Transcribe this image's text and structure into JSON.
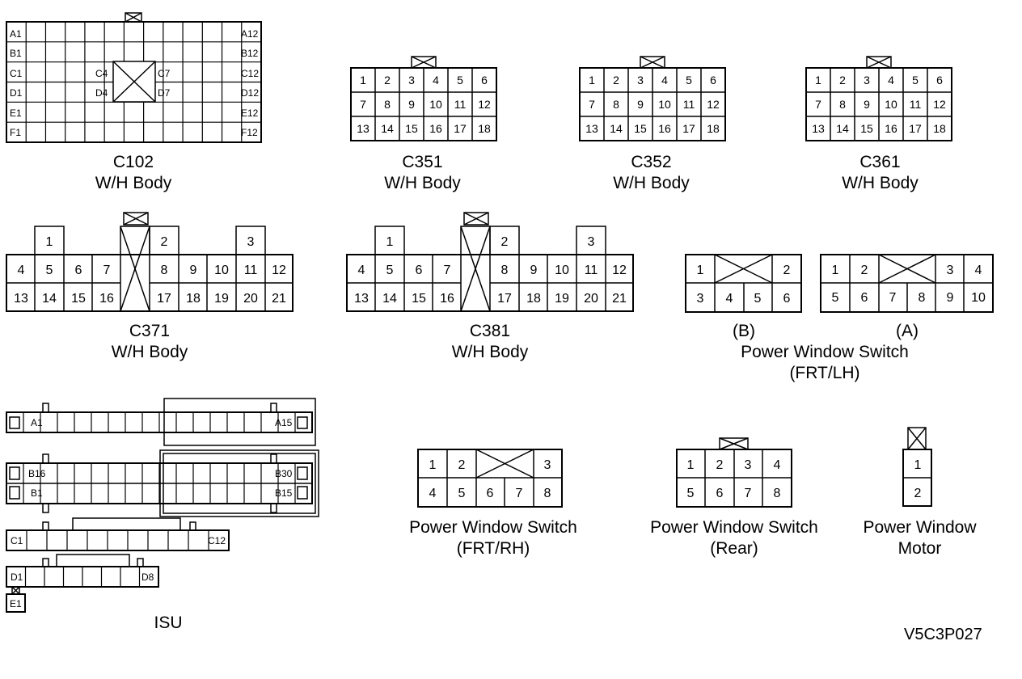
{
  "diagram_code": "V5C3P027",
  "c102": {
    "name": "C102",
    "location": "W/H Body",
    "left_labels": [
      "A1",
      "B1",
      "C1",
      "D1",
      "E1",
      "F1"
    ],
    "right_labels": [
      "A12",
      "B12",
      "C12",
      "D12",
      "E12",
      "F12"
    ],
    "inner_labels": [
      "C4",
      "D4",
      "C7",
      "D7"
    ]
  },
  "c351": {
    "name": "C351",
    "location": "W/H Body",
    "rows": [
      [
        "1",
        "2",
        "3",
        "4",
        "5",
        "6"
      ],
      [
        "7",
        "8",
        "9",
        "10",
        "11",
        "12"
      ],
      [
        "13",
        "14",
        "15",
        "16",
        "17",
        "18"
      ]
    ]
  },
  "c352": {
    "name": "C352",
    "location": "W/H Body",
    "rows": [
      [
        "1",
        "2",
        "3",
        "4",
        "5",
        "6"
      ],
      [
        "7",
        "8",
        "9",
        "10",
        "11",
        "12"
      ],
      [
        "13",
        "14",
        "15",
        "16",
        "17",
        "18"
      ]
    ]
  },
  "c361": {
    "name": "C361",
    "location": "W/H Body",
    "rows": [
      [
        "1",
        "2",
        "3",
        "4",
        "5",
        "6"
      ],
      [
        "7",
        "8",
        "9",
        "10",
        "11",
        "12"
      ],
      [
        "13",
        "14",
        "15",
        "16",
        "17",
        "18"
      ]
    ]
  },
  "c371": {
    "name": "C371",
    "location": "W/H Body",
    "top": [
      "1",
      "2",
      "3"
    ],
    "mid": [
      "4",
      "5",
      "6",
      "7",
      "8",
      "9",
      "10",
      "11",
      "12"
    ],
    "bot": [
      "13",
      "14",
      "15",
      "16",
      "17",
      "18",
      "19",
      "20",
      "21"
    ]
  },
  "c381": {
    "name": "C381",
    "location": "W/H Body",
    "top": [
      "1",
      "2",
      "3"
    ],
    "mid": [
      "4",
      "5",
      "6",
      "7",
      "8",
      "9",
      "10",
      "11",
      "12"
    ],
    "bot": [
      "13",
      "14",
      "15",
      "16",
      "17",
      "18",
      "19",
      "20",
      "21"
    ]
  },
  "pws_frt_lh": {
    "label_b": "(B)",
    "label_a": "(A)",
    "title": "Power Window Switch",
    "subtitle": "(FRT/LH)",
    "b_top": [
      "1",
      "2"
    ],
    "b_bot": [
      "3",
      "4",
      "5",
      "6"
    ],
    "a_top": [
      "1",
      "2",
      "3",
      "4"
    ],
    "a_bot": [
      "5",
      "6",
      "7",
      "8",
      "9",
      "10"
    ]
  },
  "isu": {
    "name": "ISU",
    "a_left": "A1",
    "a_right": "A15",
    "b_top_left": "B16",
    "b_top_right": "B30",
    "b_bot_left": "B1",
    "b_bot_right": "B15",
    "c_left": "C1",
    "c_right": "C12",
    "d_left": "D1",
    "d_right": "D8",
    "e": "E1"
  },
  "pws_frt_rh": {
    "title": "Power Window Switch",
    "subtitle": "(FRT/RH)",
    "top": [
      "1",
      "2",
      "3"
    ],
    "bot": [
      "4",
      "5",
      "6",
      "7",
      "8"
    ]
  },
  "pws_rear": {
    "title": "Power Window Switch",
    "subtitle": "(Rear)",
    "top": [
      "1",
      "2",
      "3",
      "4"
    ],
    "bot": [
      "5",
      "6",
      "7",
      "8"
    ]
  },
  "pw_motor": {
    "title": "Power Window",
    "subtitle": "Motor",
    "pins": [
      "1",
      "2"
    ]
  }
}
